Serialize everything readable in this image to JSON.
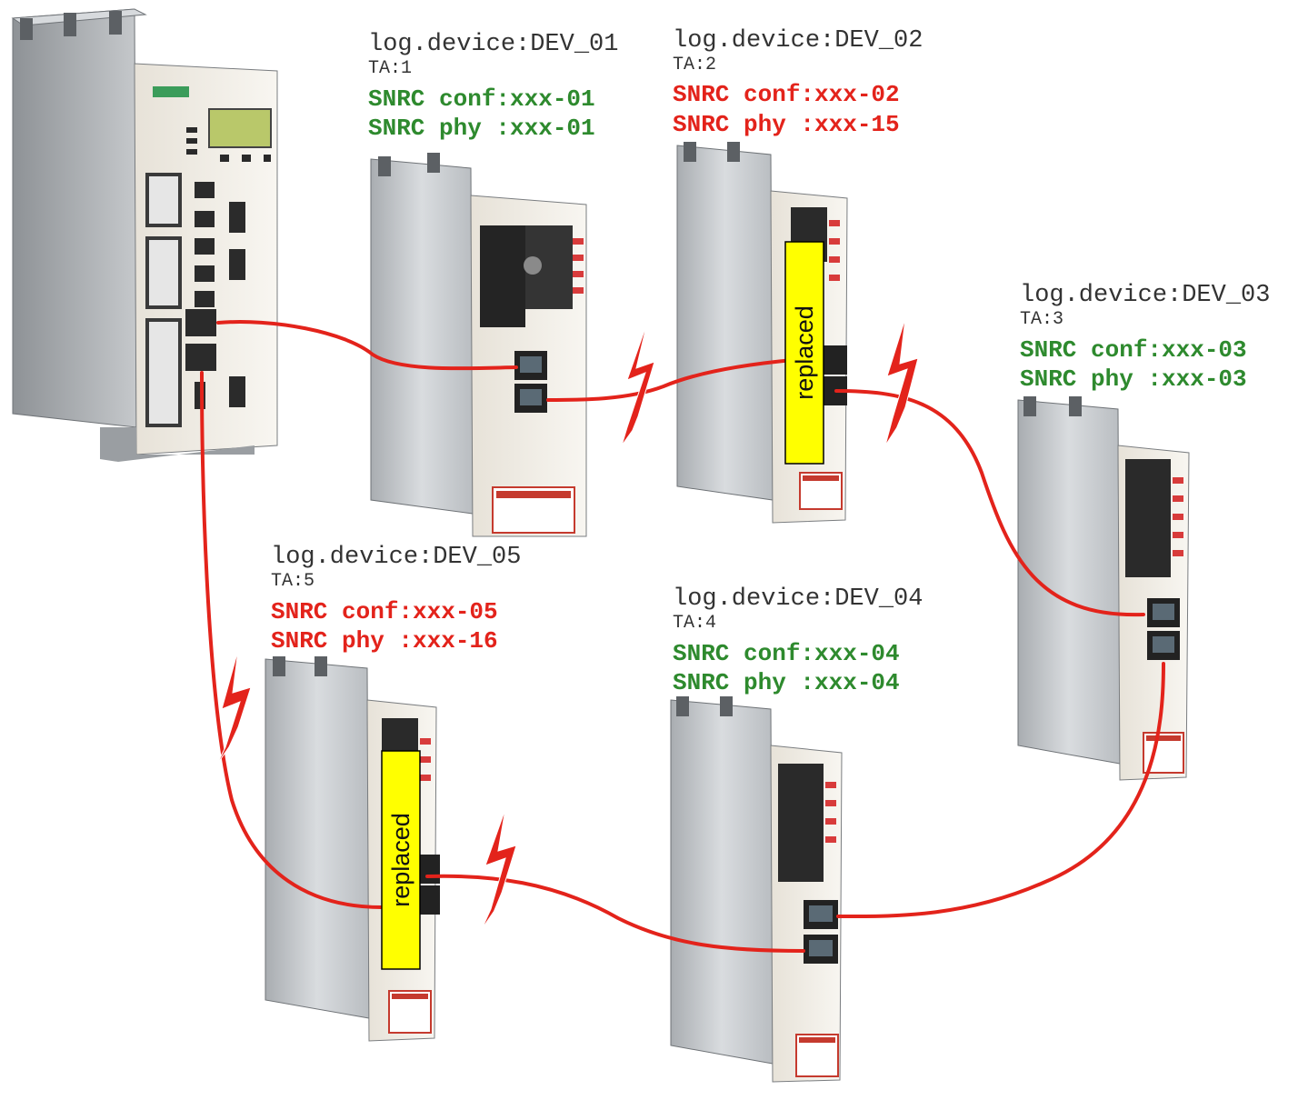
{
  "colors": {
    "cable": "#e3231b",
    "match": "#2e8a2e",
    "mismatch": "#e3231b",
    "replaced_tag": "#ffff00",
    "device_body": "#cfd3d6",
    "device_front": "#f1ede4"
  },
  "controller": {
    "icon": "lmc-controller-icon"
  },
  "devices": [
    {
      "id": "dev01",
      "log_device": "log.device:DEV_01",
      "ta": "TA:1",
      "snrc_conf": "SNRC conf:xxx-01",
      "snrc_phy": "SNRC phy :xxx-01",
      "match": true,
      "replaced": false
    },
    {
      "id": "dev02",
      "log_device": "log.device:DEV_02",
      "ta": "TA:2",
      "snrc_conf": "SNRC conf:xxx-02",
      "snrc_phy": "SNRC phy :xxx-15",
      "match": false,
      "replaced": true,
      "replaced_label": "replaced"
    },
    {
      "id": "dev03",
      "log_device": "log.device:DEV_03",
      "ta": "TA:3",
      "snrc_conf": "SNRC conf:xxx-03",
      "snrc_phy": "SNRC phy :xxx-03",
      "match": true,
      "replaced": false
    },
    {
      "id": "dev04",
      "log_device": "log.device:DEV_04",
      "ta": "TA:4",
      "snrc_conf": "SNRC conf:xxx-04",
      "snrc_phy": "SNRC phy :xxx-04",
      "match": true,
      "replaced": false
    },
    {
      "id": "dev05",
      "log_device": "log.device:DEV_05",
      "ta": "TA:5",
      "snrc_conf": "SNRC conf:xxx-05",
      "snrc_phy": "SNRC phy :xxx-16",
      "match": false,
      "replaced": true,
      "replaced_label": "replaced"
    }
  ],
  "fault_markers": [
    {
      "icon": "lightning-bolt-icon",
      "link": "dev01-dev02"
    },
    {
      "icon": "lightning-bolt-icon",
      "link": "dev02-dev03"
    },
    {
      "icon": "lightning-bolt-icon",
      "link": "dev04-dev05"
    },
    {
      "icon": "lightning-bolt-icon",
      "link": "dev05-controller"
    }
  ]
}
